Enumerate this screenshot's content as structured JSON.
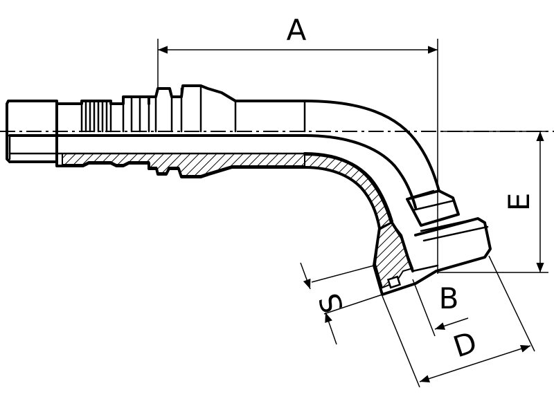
{
  "diagram": {
    "dimensions": {
      "a": "A",
      "e": "E",
      "s": "S",
      "b": "B",
      "d": "D"
    }
  }
}
